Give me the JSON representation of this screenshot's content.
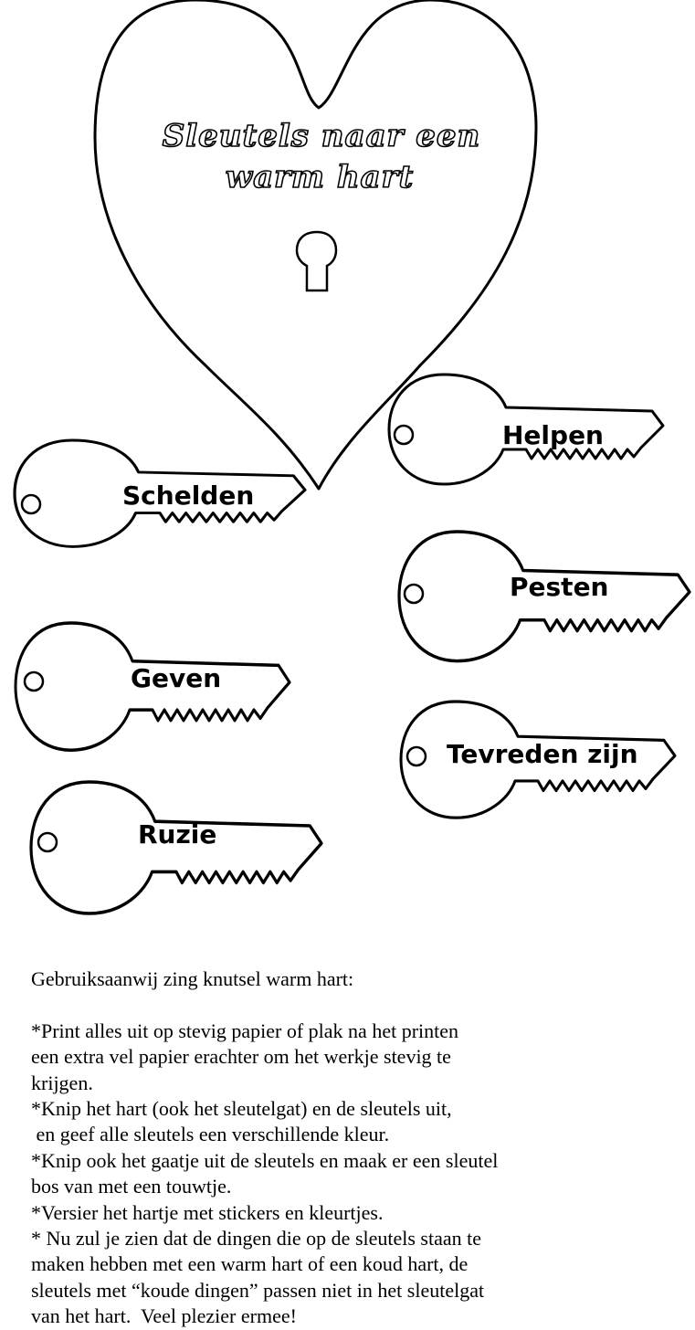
{
  "heart": {
    "title_line1": "Sleutels naar een",
    "title_line2": "warm hart"
  },
  "keys": [
    {
      "id": "helpen",
      "label": "Helpen"
    },
    {
      "id": "schelden",
      "label": "Schelden"
    },
    {
      "id": "pesten",
      "label": "Pesten"
    },
    {
      "id": "geven",
      "label": "Geven"
    },
    {
      "id": "tevreden-zijn",
      "label": "Tevreden zijn"
    },
    {
      "id": "ruzie",
      "label": "Ruzie"
    }
  ],
  "instructions": {
    "heading": "Gebruiksaanwij zing knutsel warm hart:",
    "lines": [
      "*Print alles uit op stevig papier of plak na het printen",
      "een extra vel papier erachter om het werkje stevig te",
      "krijgen.",
      "*Knip het hart (ook het sleutelgat) en de sleutels uit,",
      " en geef alle sleutels een verschillende kleur.",
      "*Knip ook het gaatje uit de sleutels en maak er een sleutel",
      "bos van met een touwtje.",
      "*Versier het hartje met stickers en kleurtjes.",
      "* Nu zul je zien dat de dingen die op de sleutels staan te",
      "maken hebben met een warm hart of een koud hart, de",
      "sleutels met “koude dingen” passen niet in het sleutelgat",
      "van het hart.  Veel plezier ermee!"
    ]
  }
}
